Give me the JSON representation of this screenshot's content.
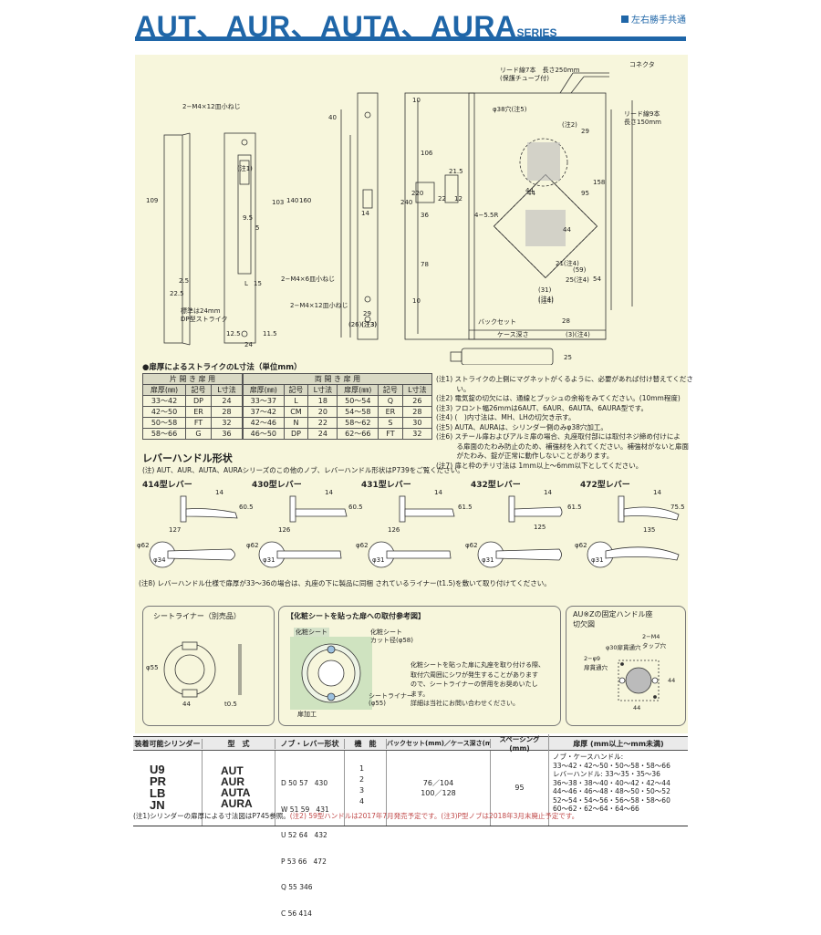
{
  "header": {
    "title": "AUT、AUR、AUTA、AURA",
    "series": "SERIES",
    "tagline": "左右勝手共通"
  },
  "drawing": {
    "labels": {
      "lead7": "リード線7本　長さ250mm",
      "lead7_sub": "(保護チューブ付)",
      "connector": "コネクタ",
      "lead9": "リード線9本",
      "lead9_sub": "長さ150mm",
      "screw_top": "2−M4×12皿小ねじ",
      "screw_mid": "2−M4×6皿小ねじ",
      "screw_bot": "2−M4×12皿小ねじ",
      "strike_note1": "標準は24mm",
      "strike_note2": "DP型ストライク",
      "backset": "バックセット",
      "case_depth": "ケース深さ",
      "hole38": "φ38穴(注5)",
      "r55": "4−5.5R",
      "note1": "(注1)",
      "note2": "(注2)",
      "note3": "(注3)",
      "note4a": "(注4)",
      "n40": "40",
      "n109": "109",
      "n103": "103",
      "n140": "140",
      "n160": "160",
      "n240": "240",
      "n220": "220",
      "n106": "106",
      "n36": "36",
      "n78": "78",
      "n10a": "10",
      "n10b": "10",
      "n215": "21.5",
      "n12": "12",
      "n14": "14",
      "n22": "22",
      "n29a": "29",
      "n29b": "29",
      "n26": "(26)(注3)",
      "n25": "2.5",
      "n225": "22.5",
      "n15": "15",
      "nL": "L",
      "n959": "9.5",
      "n5": "5",
      "n125": "12.5",
      "n115": "11.5",
      "n24": "24",
      "n44a": "44",
      "n44b": "44",
      "n44c": "44",
      "n95": "95",
      "n158": "158",
      "n54": "54",
      "n59": "(59)",
      "n25b": "25(注4)",
      "n21": "21(注4)",
      "n31": "(31)",
      "n31b": "(注4)",
      "n28": "28",
      "n3": "(3)(注4)",
      "n25c": "25"
    }
  },
  "strike_table": {
    "title": "●扉厚によるストライクのL寸法（単位mm）",
    "single_header": "片 開 き 扉 用",
    "double_header": "両 開 き 扉 用",
    "columns": [
      "扉厚(㎜)",
      "記号",
      "L寸法"
    ],
    "single_rows": [
      [
        "33〜42",
        "DP",
        "24"
      ],
      [
        "42〜50",
        "ER",
        "28"
      ],
      [
        "50〜58",
        "FT",
        "32"
      ],
      [
        "58〜66",
        "G",
        "36"
      ]
    ],
    "double_rows": [
      [
        "33〜37",
        "L",
        "18",
        "50〜54",
        "Q",
        "26"
      ],
      [
        "37〜42",
        "CM",
        "20",
        "54〜58",
        "ER",
        "28"
      ],
      [
        "42〜46",
        "N",
        "22",
        "58〜62",
        "S",
        "30"
      ],
      [
        "46〜50",
        "DP",
        "24",
        "62〜66",
        "FT",
        "32"
      ]
    ]
  },
  "notes": [
    "(注1) ストライクの上側にマグネットがくるように、必要があれば付け替えてくださ",
    "　　　い。",
    "(注2) 電気錠の切欠には、通線とブッシュの余裕をみてください。(10mm程度)",
    "(注3) フロント幅26mmは6AUT、6AUR、6AUTA、6AURA型です。",
    "(注4) (　)内寸法は、MH、LHの切欠き示す。",
    "(注5) AUTA、AURAは、シリンダー側のみφ38穴加工。",
    "(注6) スチール扉およびアルミ扉の場合、丸座取付部には取付ネジ締め付けによ",
    "　　　る扉面のたわみ防止のため、補強材を入れてください。補強材がないと扉面",
    "　　　がたわみ、錠が正常に動作しないことがあります。",
    "(注7) 扉と枠のチリ寸法は 1mm以上〜6mm以下としてください。"
  ],
  "lever": {
    "title": "レバーハンドル形状",
    "note": "(注) AUT、AUR、AUTA、AURAシリーズのこの他のノブ、レバーハンドル形状はP739をご覧ください。",
    "models": [
      {
        "name": "414型レバー",
        "width": "127",
        "height": "60.5",
        "d1": "φ62",
        "d2": "φ34",
        "depth": "14"
      },
      {
        "name": "430型レバー",
        "width": "126",
        "height": "60.5",
        "d1": "φ62",
        "d2": "φ31",
        "depth": "14"
      },
      {
        "name": "431型レバー",
        "width": "126",
        "height": "61.5",
        "d1": "φ62",
        "d2": "φ31",
        "depth": "14"
      },
      {
        "name": "432型レバー",
        "width": "125",
        "height": "61.5",
        "d1": "φ62",
        "d2": "φ31",
        "depth": "14"
      },
      {
        "name": "472型レバー",
        "width": "135",
        "height": "75.5",
        "d1": "φ62",
        "d2": "φ31",
        "depth": "14"
      }
    ],
    "note8": "(注8) レバーハンドル仕様で扉厚が33〜36の場合は、丸座の下に製品に同梱 されているライナー(t1.5)を敷いて取り付けてください。"
  },
  "liner": {
    "title": "シートライナー（別売品）",
    "d55": "φ55",
    "w44": "44",
    "t05": "t0.5"
  },
  "sheet": {
    "title": "【化粧シートを貼った扉への取付参考図】",
    "tag": "化粧シート",
    "cut_label1": "化粧シート",
    "cut_label2": "カット径(φ58)",
    "liner_label1": "シートライナー",
    "liner_label2": "(φ55)",
    "door_label": "扉加工",
    "desc": [
      "化粧シートを貼った扉に丸座を取り付ける際、",
      "取付穴周囲にシワが発生することがあります",
      "ので、シートライナーの併用をお奨めいたし",
      "ます。",
      "詳細は当社にお問い合わせください。"
    ]
  },
  "au_z": {
    "title1": "AU※Zの固定ハンドル座",
    "title2": "切欠図",
    "hole30": "φ30扉貫通穴",
    "m4_1": "2−M4",
    "m4_2": "タップ穴",
    "hole9_1": "2−φ9",
    "hole9_2": "扉貫通穴",
    "d44a": "44",
    "d44b": "44"
  },
  "spec_table": {
    "headers": [
      "装着可能シリンダー",
      "型　式",
      "ノブ・レバー形状",
      "機　能",
      "バックセット(mm)／ケース深さ(mm)",
      "スペーシング(mm)",
      "扉厚 (mm以上〜mm未満)"
    ],
    "cylinders": [
      "U9",
      "PR",
      "LB",
      "JN"
    ],
    "models": [
      "AUT",
      "AUR",
      "AUTA",
      "AURA"
    ],
    "shapes": [
      "D 50 57   430",
      "W 51 59   431",
      "U 52 64   432",
      "P 53 66   472",
      "Q 55 346",
      "C 56 414"
    ],
    "functions": [
      "1",
      "2",
      "3",
      "4"
    ],
    "backset": [
      "76／104",
      "100／128"
    ],
    "spacing": "95",
    "thickness": [
      "ノブ・ケースハンドル:",
      "33〜42・42〜50・50〜58・58〜66",
      "レバーハンドル: 33〜35・35〜36",
      "36〜38・38〜40・40〜42・42〜44",
      "44〜46・46〜48・48〜50・50〜52",
      "52〜54・54〜56・56〜58・58〜60",
      "60〜62・62〜64・64〜66"
    ]
  },
  "footnote": {
    "a": "(注1)シリンダーの扉厚による寸法図はP745参照。",
    "b": "(注2) 59型ハンドルは2017年7月発売予定です。(注3)P型ノブは2018年3月末廃止予定です。"
  }
}
